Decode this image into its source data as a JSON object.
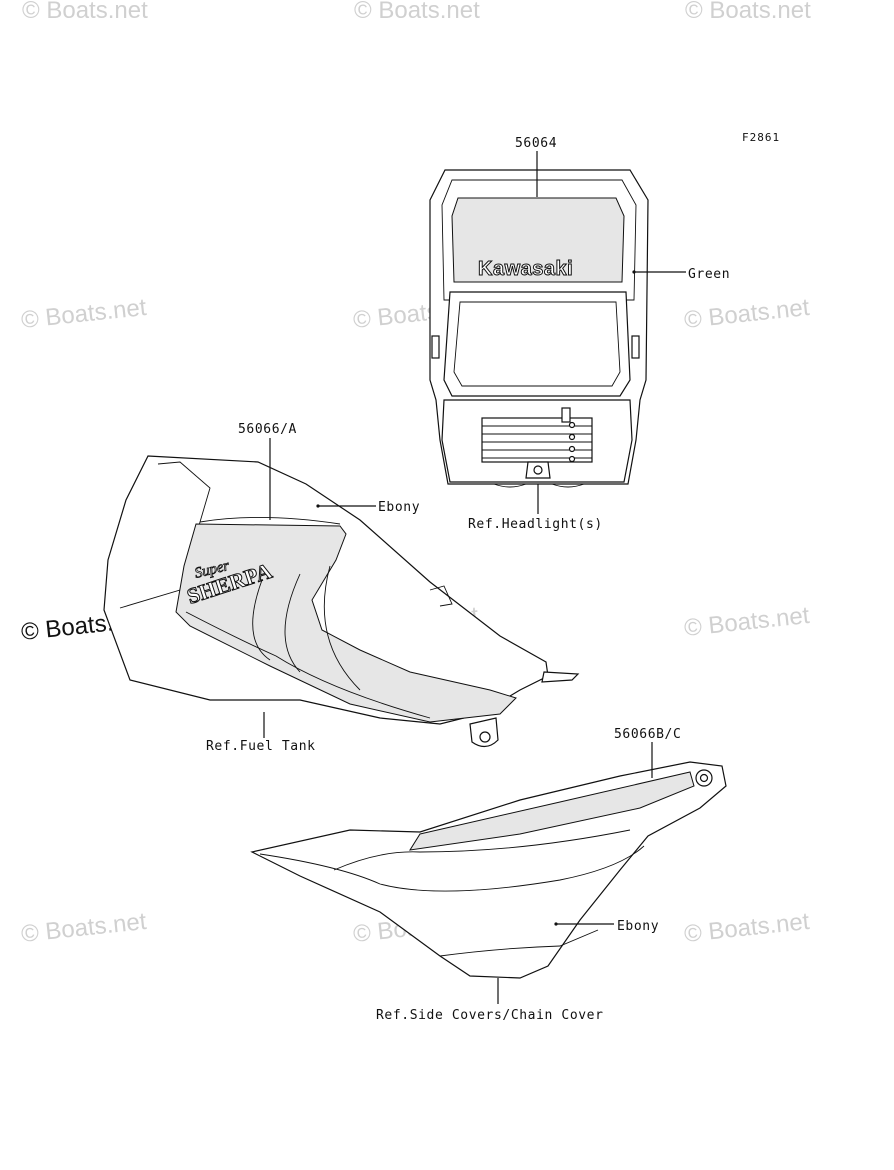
{
  "figure_code": "F2861",
  "watermark": "© Boats.net",
  "parts": {
    "headlight_decal": {
      "part_number": "56064",
      "color_label": "Green",
      "logo_text": "Kawasaki",
      "ref_label": "Ref.Headlight(s)"
    },
    "tank_decal": {
      "part_number": "56066/A",
      "color_label": "Ebony",
      "logo_small": "Super",
      "logo_large": "SHERPA",
      "ref_label": "Ref.Fuel Tank"
    },
    "side_cover_decal": {
      "part_number": "56066B/C",
      "color_label": "Ebony",
      "ref_label": "Ref.Side Covers/Chain Cover"
    }
  },
  "colors": {
    "line": "#111111",
    "watermark": "#d0d0d0",
    "background": "#ffffff"
  }
}
